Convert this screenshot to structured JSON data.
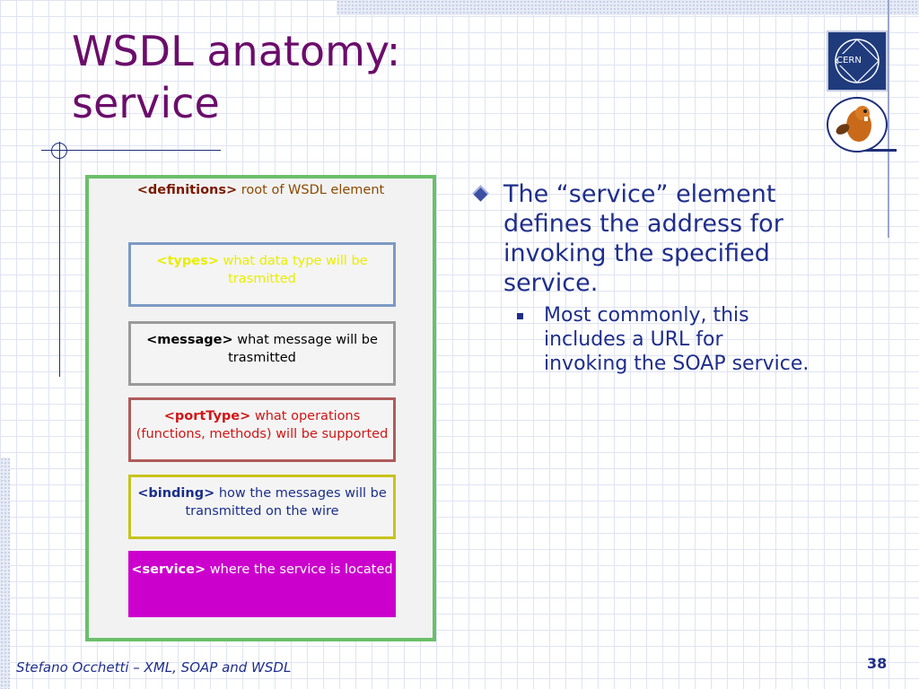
{
  "slide": {
    "title_line1": "WSDL anatomy:",
    "title_line2": "service",
    "logo_text": "CERN",
    "definitions": {
      "tag": "<definitions>",
      "text": " root of WSDL element"
    },
    "boxes": [
      {
        "tag": "<types>",
        "text": " what data type will be trasmitted"
      },
      {
        "tag": "<message>",
        "text": " what message will be trasmitted"
      },
      {
        "tag": "<portType>",
        "text": " what operations (functions, methods) will be supported"
      },
      {
        "tag": "<binding>",
        "text": " how the messages will be transmitted on the wire"
      },
      {
        "tag": "<service>",
        "text": " where the service is located"
      }
    ],
    "bullet_main": "The “service” element defines the address for invoking the specified service.",
    "bullet_sub": "Most commonly, this includes a URL for invoking the SOAP service.",
    "footer": "Stefano Occhetti – XML, SOAP and WSDL",
    "page_number": "38"
  }
}
